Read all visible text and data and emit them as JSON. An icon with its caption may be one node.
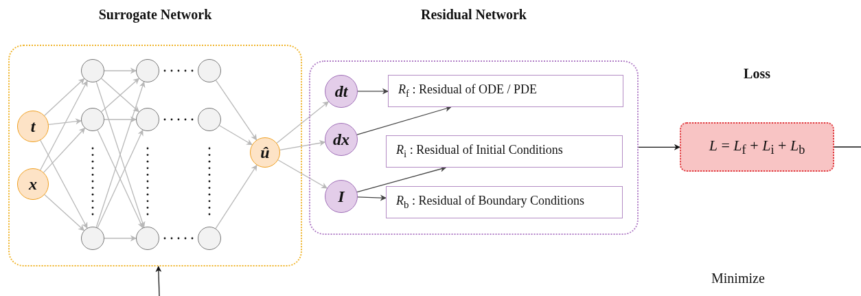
{
  "diagram": {
    "nodes": [
      {
        "text": [
          "Surrogate Network"
        ]
      },
      {
        "text": [
          "t"
        ],
        "in": 0
      },
      {
        "text": [
          "x"
        ],
        "in": 0
      },
      {
        "text": [],
        "shape": "circle",
        "in": 0
      },
      {
        "text": [],
        "shape": "circle",
        "in": 0
      },
      {
        "text": [],
        "shape": "circle",
        "in": 0
      },
      {
        "text": [],
        "shape": "circle",
        "in": 0
      },
      {
        "text": [],
        "shape": "circle",
        "in": 0
      },
      {
        "text": [],
        "shape": "circle",
        "in": 0
      },
      {
        "text": [],
        "shape": "circle",
        "in": 0
      },
      {
        "text": [],
        "shape": "circle",
        "in": 0
      },
      {
        "text": [],
        "shape": "circle",
        "in": 0
      },
      {
        "text": [
          "û"
        ],
        "in": 0
      },
      {
        "text": [
          "Residual Network"
        ]
      },
      {
        "text": [
          "dt"
        ],
        "in": 13
      },
      {
        "text": [
          "dx"
        ],
        "in": 13
      },
      {
        "text": [
          "I"
        ],
        "in": 13
      },
      {
        "text": [
          "*R*$_{f}$ : Residual of ODE / PDE"
        ],
        "in": 13
      },
      {
        "text": [
          "*R*$_{i}$ : Residual of Initial Conditions"
        ],
        "in": 13
      },
      {
        "text": [
          "*R*$_{b}$ : Residual of Boundary Conditions"
        ],
        "in": 13
      },
      {
        "text": [
          "Loss",
          "*L* = *L*$_{f}$ + *L*$_{i}$ + *L*$_{b}$"
        ]
      }
    ],
    "edges": [
      {
        "from": 1,
        "to": 3,
        "arrow": "to"
      },
      {
        "from": 1,
        "to": 4,
        "arrow": "to"
      },
      {
        "from": 1,
        "to": 5,
        "arrow": "to"
      },
      {
        "from": 2,
        "to": 3,
        "arrow": "to"
      },
      {
        "from": 2,
        "to": 4,
        "arrow": "to"
      },
      {
        "from": 2,
        "to": 5,
        "arrow": "to"
      },
      {
        "from": 3,
        "to": 6,
        "arrow": "to"
      },
      {
        "from": 3,
        "to": 7,
        "arrow": "to"
      },
      {
        "from": 3,
        "to": 8,
        "arrow": "to"
      },
      {
        "from": 4,
        "to": 6,
        "arrow": "to"
      },
      {
        "from": 4,
        "to": 7,
        "arrow": "to"
      },
      {
        "from": 4,
        "to": 8,
        "arrow": "to"
      },
      {
        "from": 5,
        "to": 6,
        "arrow": "to"
      },
      {
        "from": 5,
        "to": 7,
        "arrow": "to"
      },
      {
        "from": 5,
        "to": 8,
        "arrow": "to"
      },
      {
        "from": 9,
        "to": 12,
        "arrow": "to"
      },
      {
        "from": 10,
        "to": 12,
        "arrow": "to"
      },
      {
        "from": 11,
        "to": 12,
        "arrow": "to"
      },
      {
        "from": 12,
        "to": 14,
        "arrow": "to"
      },
      {
        "from": 12,
        "to": 15,
        "arrow": "to"
      },
      {
        "from": 12,
        "to": 16,
        "arrow": "to"
      },
      {
        "from": 14,
        "to": 17,
        "arrow": "to",
        "color": "#444444"
      },
      {
        "from": 15,
        "to": 17,
        "arrow": "to",
        "color": "#444444"
      },
      {
        "from": 16,
        "to": 18,
        "arrow": "to",
        "color": "#444444"
      },
      {
        "from": 16,
        "to": 19,
        "arrow": "to",
        "color": "#444444"
      },
      {
        "from": 13,
        "to": 20,
        "arrow": "to",
        "color": "#111111"
      },
      {
        "from": 20,
        "to": null,
        "arrow": "none",
        "color": "#111111"
      },
      {
        "from": null,
        "to": 0,
        "arrow": "to",
        "color": "#111111"
      }
    ],
    "labels": [
      "Minimize"
    ]
  }
}
